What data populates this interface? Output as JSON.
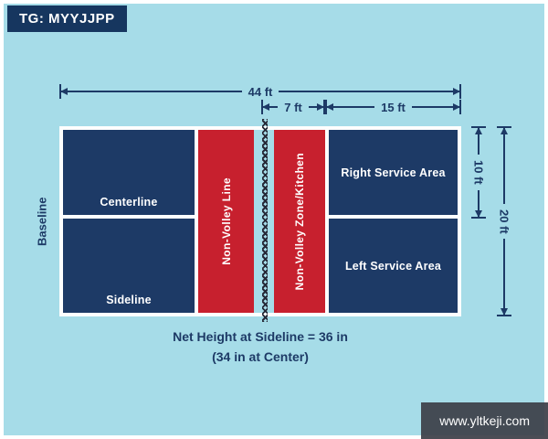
{
  "tag_badge": "TG: MYYJJPP",
  "site_badge": "www.yltkeji.com",
  "dims": {
    "total_width": "44 ft",
    "kitchen_width": "7 ft",
    "service_width": "15 ft",
    "half_court": "10 ft",
    "court_height": "20 ft"
  },
  "labels": {
    "baseline": "Baseline",
    "centerline": "Centerline",
    "sideline": "Sideline",
    "non_volley_line": "Non-Volley Line",
    "kitchen": "Non-Volley Zone/Kitchen",
    "right_service": "Right Service Area",
    "left_service": "Left Service Area"
  },
  "note": {
    "line1": "Net Height at Sideline = 36 in",
    "line2": "(34 in at Center)"
  },
  "colors": {
    "background": "#a6dce8",
    "court_navy": "#1d3a66",
    "kitchen_red": "#c7202e",
    "line_white": "#fdfefe"
  }
}
